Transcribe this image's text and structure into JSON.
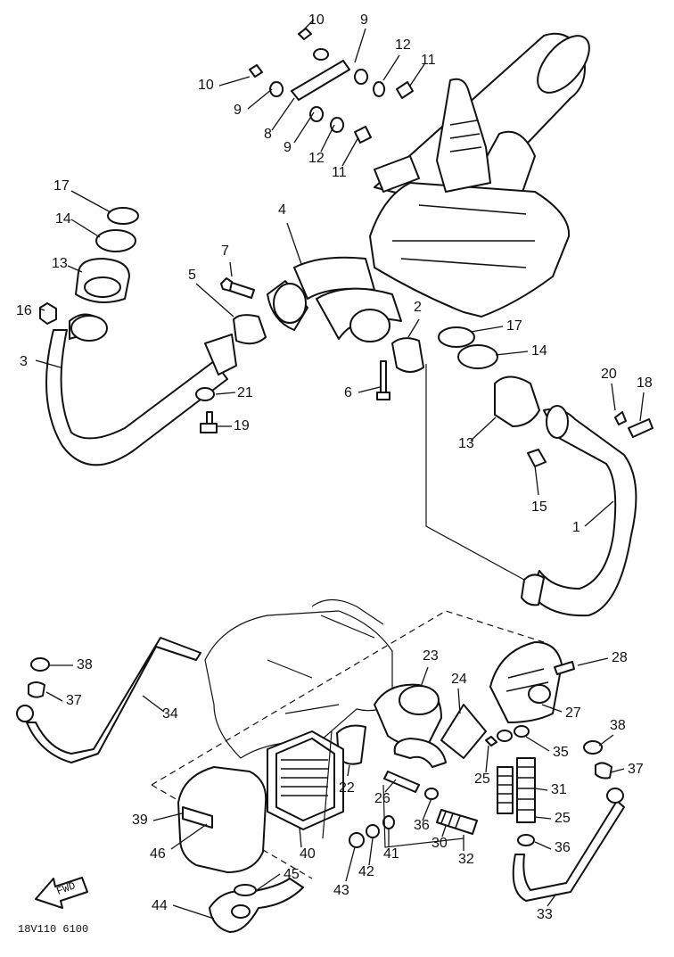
{
  "diagram": {
    "code": "18V110 6100",
    "fwd_label": "FWD",
    "callouts": [
      {
        "id": "c10a",
        "text": "10"
      },
      {
        "id": "c9a",
        "text": "9"
      },
      {
        "id": "c12a",
        "text": "12"
      },
      {
        "id": "c11a",
        "text": "11"
      },
      {
        "id": "c10b",
        "text": "10"
      },
      {
        "id": "c9b",
        "text": "9"
      },
      {
        "id": "c8",
        "text": "8"
      },
      {
        "id": "c9c",
        "text": "9"
      },
      {
        "id": "c12b",
        "text": "12"
      },
      {
        "id": "c11b",
        "text": "11"
      },
      {
        "id": "c17a",
        "text": "17"
      },
      {
        "id": "c14a",
        "text": "14"
      },
      {
        "id": "c4",
        "text": "4"
      },
      {
        "id": "c13a",
        "text": "13"
      },
      {
        "id": "c7",
        "text": "7"
      },
      {
        "id": "c5",
        "text": "5"
      },
      {
        "id": "c16",
        "text": "16"
      },
      {
        "id": "c2",
        "text": "2"
      },
      {
        "id": "c3",
        "text": "3"
      },
      {
        "id": "c17b",
        "text": "17"
      },
      {
        "id": "c14b",
        "text": "14"
      },
      {
        "id": "c20",
        "text": "20"
      },
      {
        "id": "c18",
        "text": "18"
      },
      {
        "id": "c6",
        "text": "6"
      },
      {
        "id": "c21",
        "text": "21"
      },
      {
        "id": "c19",
        "text": "19"
      },
      {
        "id": "c13b",
        "text": "13"
      },
      {
        "id": "c15",
        "text": "15"
      },
      {
        "id": "c1",
        "text": "1"
      },
      {
        "id": "c23",
        "text": "23"
      },
      {
        "id": "c28",
        "text": "28"
      },
      {
        "id": "c38a",
        "text": "38"
      },
      {
        "id": "c24",
        "text": "24"
      },
      {
        "id": "c37a",
        "text": "37"
      },
      {
        "id": "c27",
        "text": "27"
      },
      {
        "id": "c34",
        "text": "34"
      },
      {
        "id": "c38b",
        "text": "38"
      },
      {
        "id": "c35",
        "text": "35"
      },
      {
        "id": "c37b",
        "text": "37"
      },
      {
        "id": "c22",
        "text": "22"
      },
      {
        "id": "c26",
        "text": "26"
      },
      {
        "id": "c25a",
        "text": "25"
      },
      {
        "id": "c31",
        "text": "31"
      },
      {
        "id": "c39",
        "text": "39"
      },
      {
        "id": "c36a",
        "text": "36"
      },
      {
        "id": "c25b",
        "text": "25"
      },
      {
        "id": "c30",
        "text": "30"
      },
      {
        "id": "c32",
        "text": "32"
      },
      {
        "id": "c36b",
        "text": "36"
      },
      {
        "id": "c46",
        "text": "46"
      },
      {
        "id": "c40",
        "text": "40"
      },
      {
        "id": "c41",
        "text": "41"
      },
      {
        "id": "c42",
        "text": "42"
      },
      {
        "id": "c43",
        "text": "43"
      },
      {
        "id": "c45",
        "text": "45"
      },
      {
        "id": "c44",
        "text": "44"
      },
      {
        "id": "c33",
        "text": "33"
      }
    ]
  }
}
